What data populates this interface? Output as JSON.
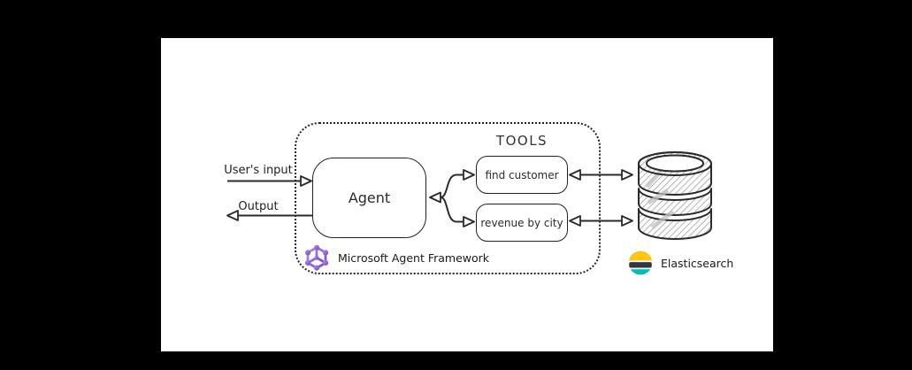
{
  "diagram": {
    "tools_section_label": "TOOLS",
    "agent": {
      "label": "Agent"
    },
    "tools": [
      {
        "label": "find customer"
      },
      {
        "label": "revenue by city"
      }
    ],
    "io": {
      "input_label": "User's input",
      "output_label": "Output"
    },
    "framework": {
      "label": "Microsoft Agent Framework"
    },
    "datastore": {
      "label": "Elasticsearch"
    },
    "colors": {
      "line": "#2b2b2b",
      "canvas_bg": "#000000",
      "panel_bg": "#ffffff",
      "purple_light": "#b291e8",
      "purple_dark": "#7a45c8",
      "elastic_yellow": "#fec514",
      "elastic_dark": "#343741",
      "elastic_teal": "#00bfb3"
    }
  }
}
